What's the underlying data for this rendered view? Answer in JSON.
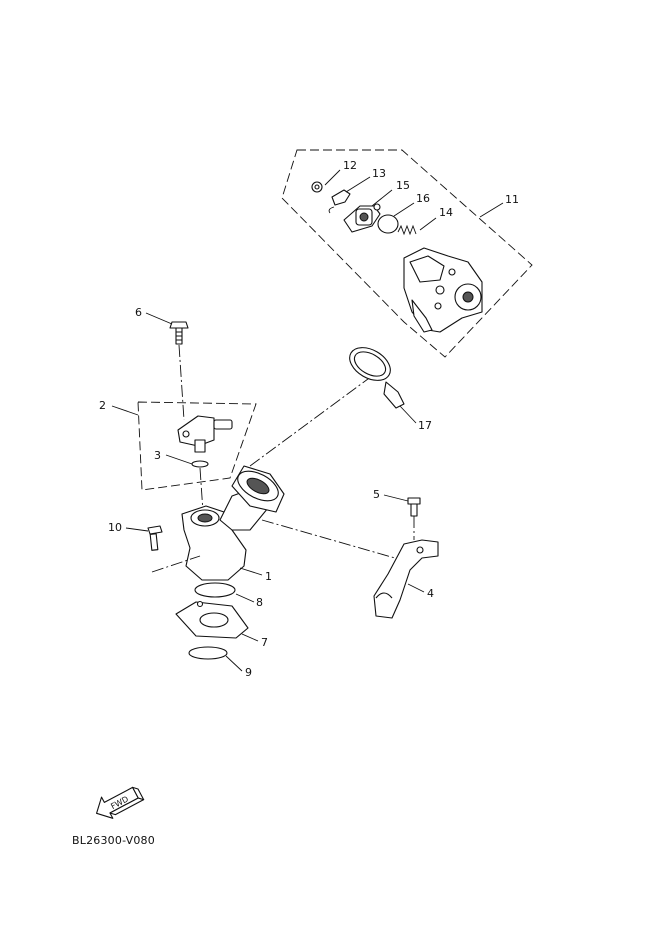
{
  "diagram_code": "BL26300-V080",
  "fwd_arrow_label": "FWD",
  "callouts": {
    "c1": "1",
    "c2": "2",
    "c3": "3",
    "c4": "4",
    "c5": "5",
    "c6": "6",
    "c7": "7",
    "c8": "8",
    "c9": "9",
    "c10": "10",
    "c11": "11",
    "c12": "12",
    "c13": "13",
    "c14": "14",
    "c15": "15",
    "c16": "16",
    "c17": "17"
  }
}
